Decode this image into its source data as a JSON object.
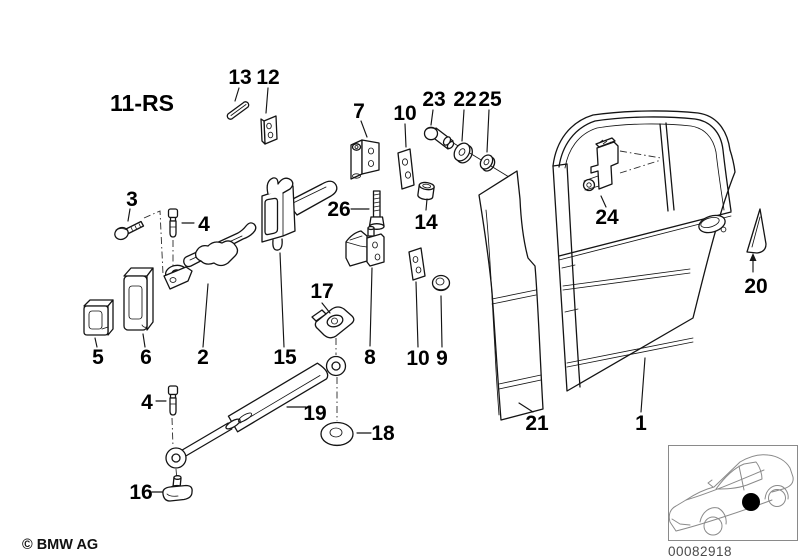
{
  "diagram": {
    "section_label": "11-RS",
    "callouts": {
      "n1": "1",
      "n2": "2",
      "n3": "3",
      "n4a": "4",
      "n4b": "4",
      "n5": "5",
      "n6": "6",
      "n7": "7",
      "n8": "8",
      "n9": "9",
      "n10a": "10",
      "n10b": "10",
      "n12": "12",
      "n13": "13",
      "n14": "14",
      "n15": "15",
      "n16": "16",
      "n17": "17",
      "n18": "18",
      "n19": "19",
      "n20": "20",
      "n21": "21",
      "n22": "22",
      "n23": "23",
      "n24": "24",
      "n25": "25",
      "n26": "26"
    }
  },
  "footer": {
    "copyright": "© BMW AG"
  },
  "thumbnail": {
    "image_number": "00082918"
  },
  "colors": {
    "line": "#141414",
    "thumbnail_line": "#8a8a8a",
    "background": "#ffffff",
    "marker": "#000000"
  }
}
